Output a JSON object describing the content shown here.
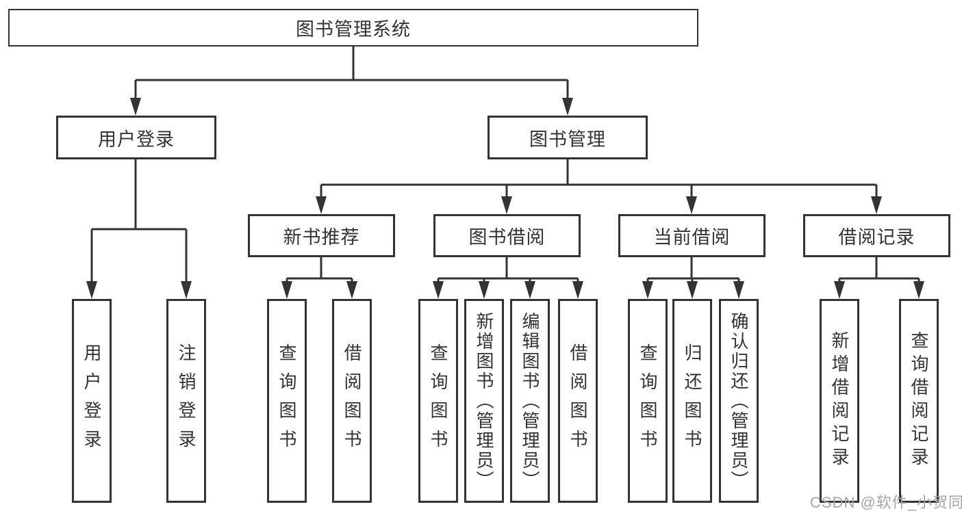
{
  "root": {
    "label": "图书管理系统"
  },
  "nodes": {
    "level2": [
      {
        "id": "user-login",
        "label": "用户登录"
      },
      {
        "id": "book-management",
        "label": "图书管理"
      }
    ],
    "level3": [
      {
        "id": "new-book-recommend",
        "label": "新书推荐"
      },
      {
        "id": "book-borrowing",
        "label": "图书借阅"
      },
      {
        "id": "current-borrowing",
        "label": "当前借阅"
      },
      {
        "id": "borrowing-records",
        "label": "借阅记录"
      }
    ],
    "leaves": [
      {
        "parent": "user-login",
        "label": "用户登录"
      },
      {
        "parent": "user-login",
        "label": "注销登录"
      },
      {
        "parent": "new-book-recommend",
        "label": "查询图书"
      },
      {
        "parent": "new-book-recommend",
        "label": "借阅图书"
      },
      {
        "parent": "book-borrowing",
        "label": "查询图书"
      },
      {
        "parent": "book-borrowing",
        "label": "新增图书（管理员）"
      },
      {
        "parent": "book-borrowing",
        "label": "编辑图书（管理员）"
      },
      {
        "parent": "book-borrowing",
        "label": "借阅图书"
      },
      {
        "parent": "current-borrowing",
        "label": "查询图书"
      },
      {
        "parent": "current-borrowing",
        "label": "归还图书"
      },
      {
        "parent": "current-borrowing",
        "label": "确认归还（管理员）"
      },
      {
        "parent": "borrowing-records",
        "label": "新增借阅记录"
      },
      {
        "parent": "borrowing-records",
        "label": "查询借阅记录"
      }
    ]
  },
  "watermark": "CSDN @软件_小贺同学",
  "colors": {
    "line": "#333333",
    "text": "#333333",
    "background": "#ffffff",
    "watermark": "#a5a5a5"
  }
}
